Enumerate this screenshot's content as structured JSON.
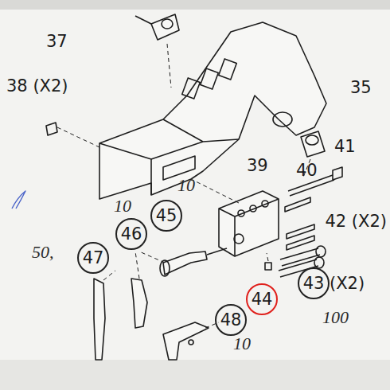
{
  "diagram": {
    "nodes": [
      {
        "text": [
          "47"
        ]
      },
      {
        "text": [
          "46"
        ]
      },
      {
        "text": [
          "45"
        ]
      },
      {
        "text": [
          "44"
        ]
      },
      {
        "text": [
          "43"
        ]
      },
      {
        "text": [
          "48"
        ]
      }
    ],
    "edges": [],
    "labels": [
      "37",
      "38 (X2)",
      "35",
      "39",
      "41",
      "40",
      "42 (X2)",
      "(X2)",
      "10",
      "10",
      "50,",
      "100",
      "10"
    ]
  }
}
